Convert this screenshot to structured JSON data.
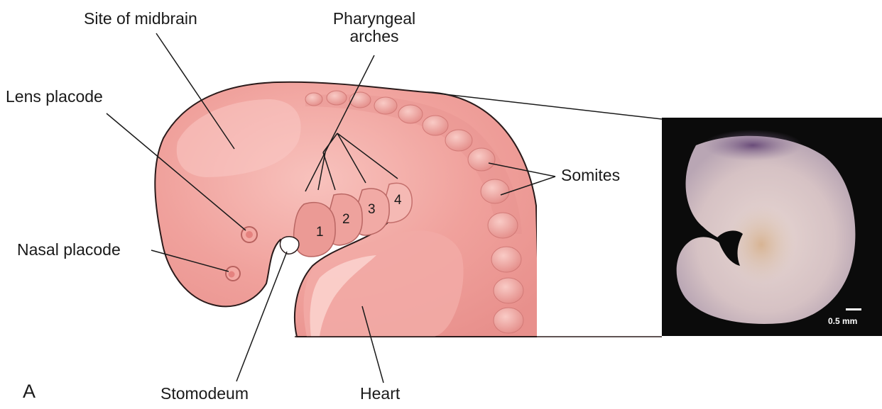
{
  "labels": {
    "midbrain": "Site of midbrain",
    "pharyngeal": "Pharyngeal\narches",
    "lens": "Lens placode",
    "nasal": "Nasal placode",
    "somites": "Somites",
    "stomodeum": "Stomodeum",
    "heart": "Heart"
  },
  "arch_numbers": [
    "1",
    "2",
    "3",
    "4"
  ],
  "panel_letter": "A",
  "scale_bar": "0.5 mm",
  "colors": {
    "embryo_fill": "#ef9b98",
    "embryo_light": "#f7bcb8",
    "embryo_shadow": "#e27f7d",
    "outline": "#2a1a1a",
    "photo_bg": "#0b0b0b"
  }
}
